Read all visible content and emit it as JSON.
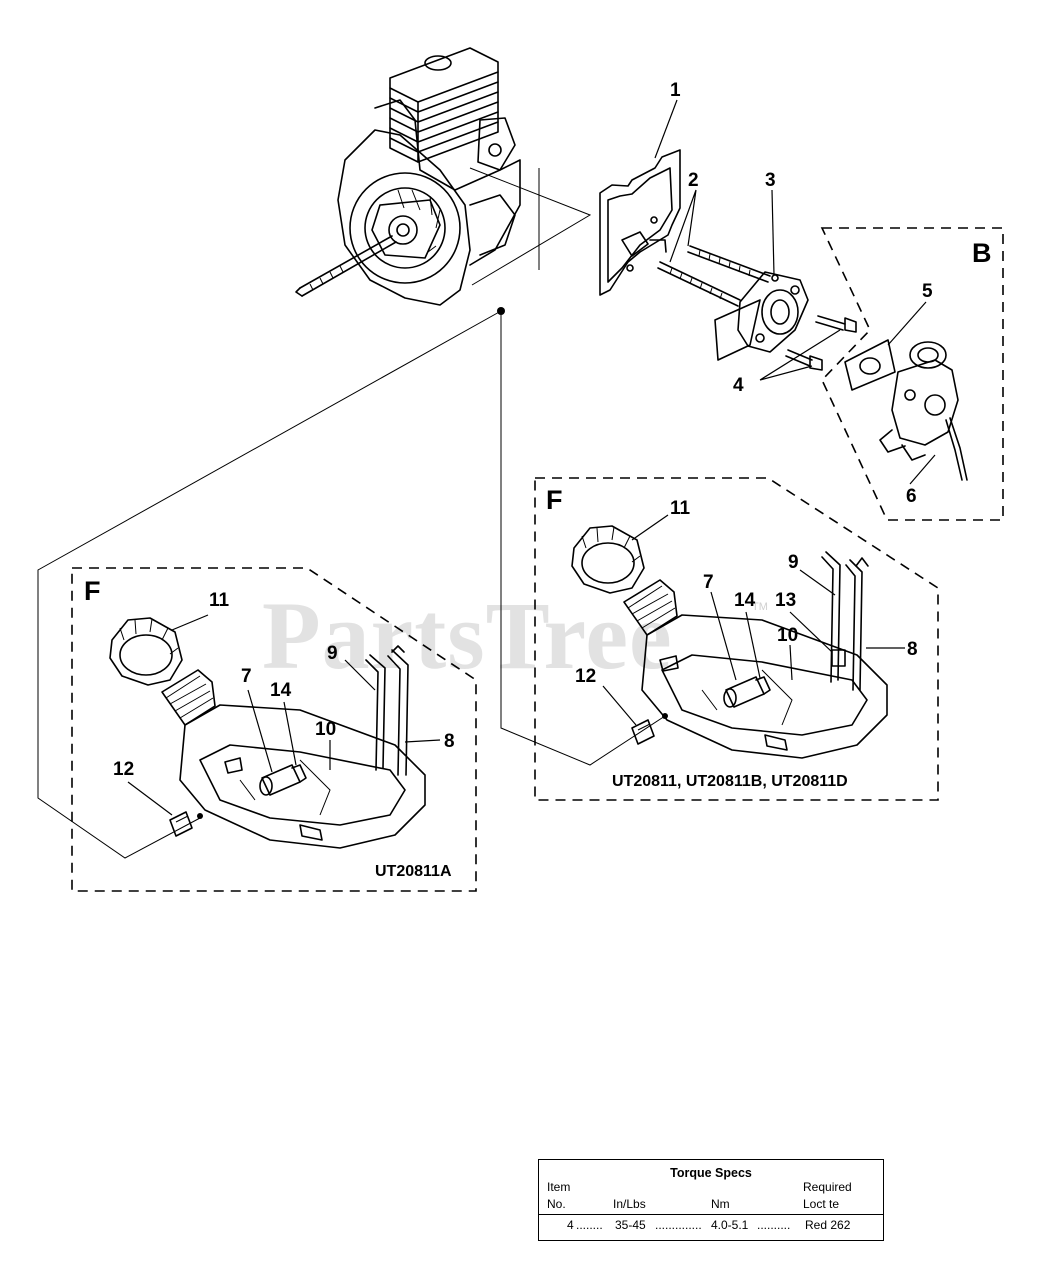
{
  "watermark": {
    "text": "PartsTree",
    "mark": "TM"
  },
  "groups": [
    {
      "letter": "B"
    },
    {
      "letter": "F",
      "model": "UT20811A"
    },
    {
      "letter": "F",
      "model": "UT20811, UT20811B, UT20811D"
    }
  ],
  "callouts_engine": [
    "1",
    "2",
    "3",
    "4",
    "5",
    "6"
  ],
  "callouts_tank_left": [
    "11",
    "7",
    "14",
    "9",
    "10",
    "8",
    "12"
  ],
  "callouts_tank_right": [
    "11",
    "9",
    "7",
    "14",
    "13",
    "10",
    "8",
    "12"
  ],
  "torque_specs": {
    "title": "Torque Specs",
    "headers": {
      "item": "Item",
      "no": "No.",
      "inlbs": "In/Lbs",
      "nm": "Nm",
      "required": "Required",
      "loctite": "Loct te"
    },
    "rows": [
      {
        "item": "4",
        "inlbs": "35-45",
        "nm": "4.0-5.1",
        "loctite": "Red 262"
      }
    ]
  }
}
